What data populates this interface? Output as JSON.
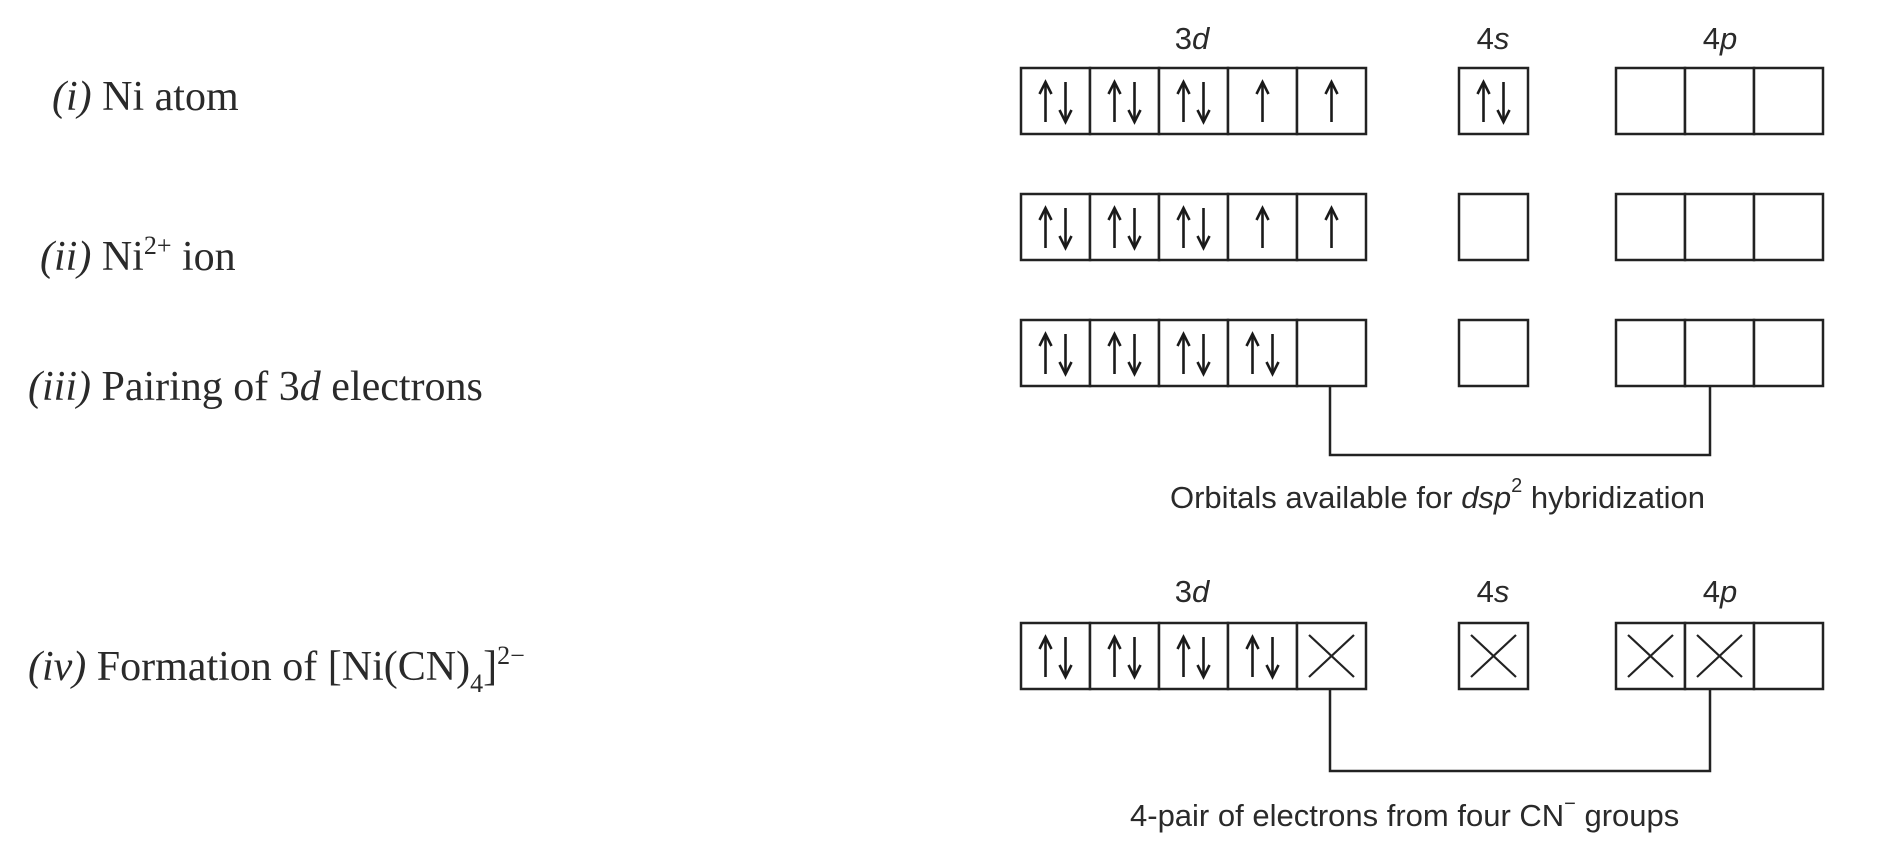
{
  "rows": [
    {
      "num": "(i)",
      "label": "Ni atom"
    },
    {
      "num": "(ii)",
      "label_pre": "Ni",
      "label_sup": "2+",
      "label_post": " ion"
    },
    {
      "num": "(iii)",
      "label_pre": "Pairing of 3",
      "label_it": "d",
      "label_post": " electrons"
    },
    {
      "num": "(iv)",
      "label_pre": "Formation of [Ni(CN)",
      "label_sub": "4",
      "label_post": "]",
      "label_sup": "2−"
    }
  ],
  "headers": {
    "d_num": "3",
    "d_it": "d",
    "s_num": "4",
    "s_it": "s",
    "p_num": "4",
    "p_it": "p"
  },
  "orbitals": {
    "ni_atom": {
      "d": [
        "pair",
        "pair",
        "pair",
        "up",
        "up"
      ],
      "s": [
        "pair"
      ],
      "p": [
        "empty",
        "empty",
        "empty"
      ]
    },
    "ni2_ion": {
      "d": [
        "pair",
        "pair",
        "pair",
        "up",
        "up"
      ],
      "s": [
        "empty"
      ],
      "p": [
        "empty",
        "empty",
        "empty"
      ]
    },
    "pairing": {
      "d": [
        "pair",
        "pair",
        "pair",
        "pair",
        "empty"
      ],
      "s": [
        "empty"
      ],
      "p": [
        "empty",
        "empty",
        "empty"
      ]
    },
    "formation": {
      "d": [
        "pair",
        "pair",
        "pair",
        "pair",
        "cross"
      ],
      "s": [
        "cross"
      ],
      "p": [
        "cross",
        "cross",
        "empty"
      ]
    }
  },
  "notes": {
    "dsp2_pre": "Orbitals available for ",
    "dsp2_it": "dsp",
    "dsp2_sup": "2",
    "dsp2_post": " hybridization",
    "cn_pre": "4-pair of electrons from four CN",
    "cn_sup": "−",
    "cn_post": " groups"
  }
}
